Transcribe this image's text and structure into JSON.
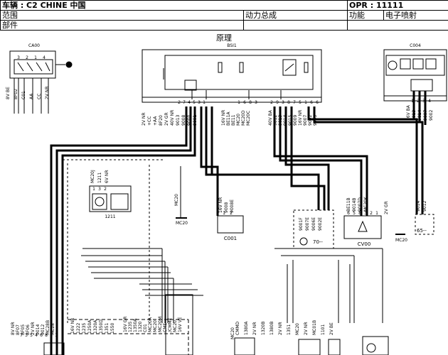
{
  "header": {
    "vehicle": "车辆 : C2 CHINE 中国",
    "opr": "OPR : 11111",
    "scope_label": "范围",
    "system": "动力总成",
    "function_label": "功能",
    "function_value": "电子喷射",
    "part_label": "部件"
  },
  "diagram": {
    "title": "原理",
    "components": {
      "ca00": "CA00",
      "bsi1": "BSI1",
      "c004": "C004",
      "c001": "C001",
      "cv00": "CV00",
      "c1211": "1211",
      "c70": "70--",
      "c65": "65--",
      "mc20a": "MC20",
      "mc20b": "MC20",
      "mc20c": "MC20"
    },
    "ca00_wires": [
      "8V BE",
      "8F02",
      "C01",
      "AA",
      "CC",
      "2V NR"
    ],
    "ca00_pins": [
      "3",
      "2",
      "1",
      "4"
    ],
    "bsi_left_pins": [
      "2",
      "7",
      "4",
      "5",
      "3",
      "1"
    ],
    "bsi_left_wires": [
      "2V NR",
      "+CC",
      "+AA",
      "8F20",
      "2V GR",
      "40V NR",
      "9013",
      "9008",
      "9000",
      "9001"
    ],
    "bsi_mid_wires": [
      "16V NR",
      "BE11A",
      "BE11",
      "MC20",
      "MC20D",
      "MC20C"
    ],
    "bsi_mid_pins": [
      "1",
      "6",
      "8",
      "3"
    ],
    "bsi_right_wires": [
      "40V BA",
      "9012",
      "9013",
      "9014",
      "9015",
      "9009",
      "16V NR",
      "9007",
      "9002",
      "9005"
    ],
    "bsi_right_pins": [
      "2",
      "9",
      "3",
      "8",
      "7",
      "5",
      "1",
      "6",
      "6"
    ],
    "c004_wires": [
      "16V BA",
      "9013",
      "9014",
      "9007",
      "9002"
    ],
    "c004_pins": [
      "1",
      "2",
      "3",
      "4"
    ],
    "c1211_wires": [
      "MC20J",
      "1211",
      "6V NR"
    ],
    "c1211_pins": [
      "1",
      "3",
      "2"
    ],
    "mc20_label": "MC20",
    "c001_wires": [
      "16V NR",
      "9008",
      "9008E"
    ],
    "c001_pins": [
      "1",
      "2"
    ],
    "c70_wires": [
      "9001F",
      "9007E",
      "9006E",
      "9002E"
    ],
    "cv00_wires": [
      "BE11B",
      "9014B",
      "9007D",
      "MC20K"
    ],
    "cv00_pins": [
      "6",
      "5",
      "8",
      "3",
      "2",
      "1"
    ],
    "cv00_gr": "2V GR",
    "c65_wires": [
      "9014",
      "9012"
    ],
    "bottom_left_wires": [
      "8V NR",
      "8F07",
      "BF05",
      "8F06",
      "2V NR",
      "9014",
      "9012",
      "MC28B",
      "MC28"
    ],
    "bottom_left_pins": [
      "7",
      "3",
      "5",
      "4",
      "6",
      "8",
      "2",
      "1"
    ],
    "bottom_mid_wires": [
      "16V NR",
      "1222",
      "1235",
      "1250A",
      "1320A",
      "1350D",
      "1351",
      "1550"
    ],
    "bottom_mid2_wires": [
      "16V GR",
      "1235",
      "1350A",
      "1320",
      "C01",
      "MC20A",
      "MC20",
      "MC20M",
      "CME",
      "/CMME",
      "MC20",
      "16V VE"
    ],
    "bottom_right_wires": [
      "CMMD",
      "1380A",
      "2V NR",
      "1320B",
      "1380B",
      "2V NR",
      "1351",
      "MC20",
      "2V NR",
      "MC01B",
      "1101",
      "2V BE"
    ]
  }
}
